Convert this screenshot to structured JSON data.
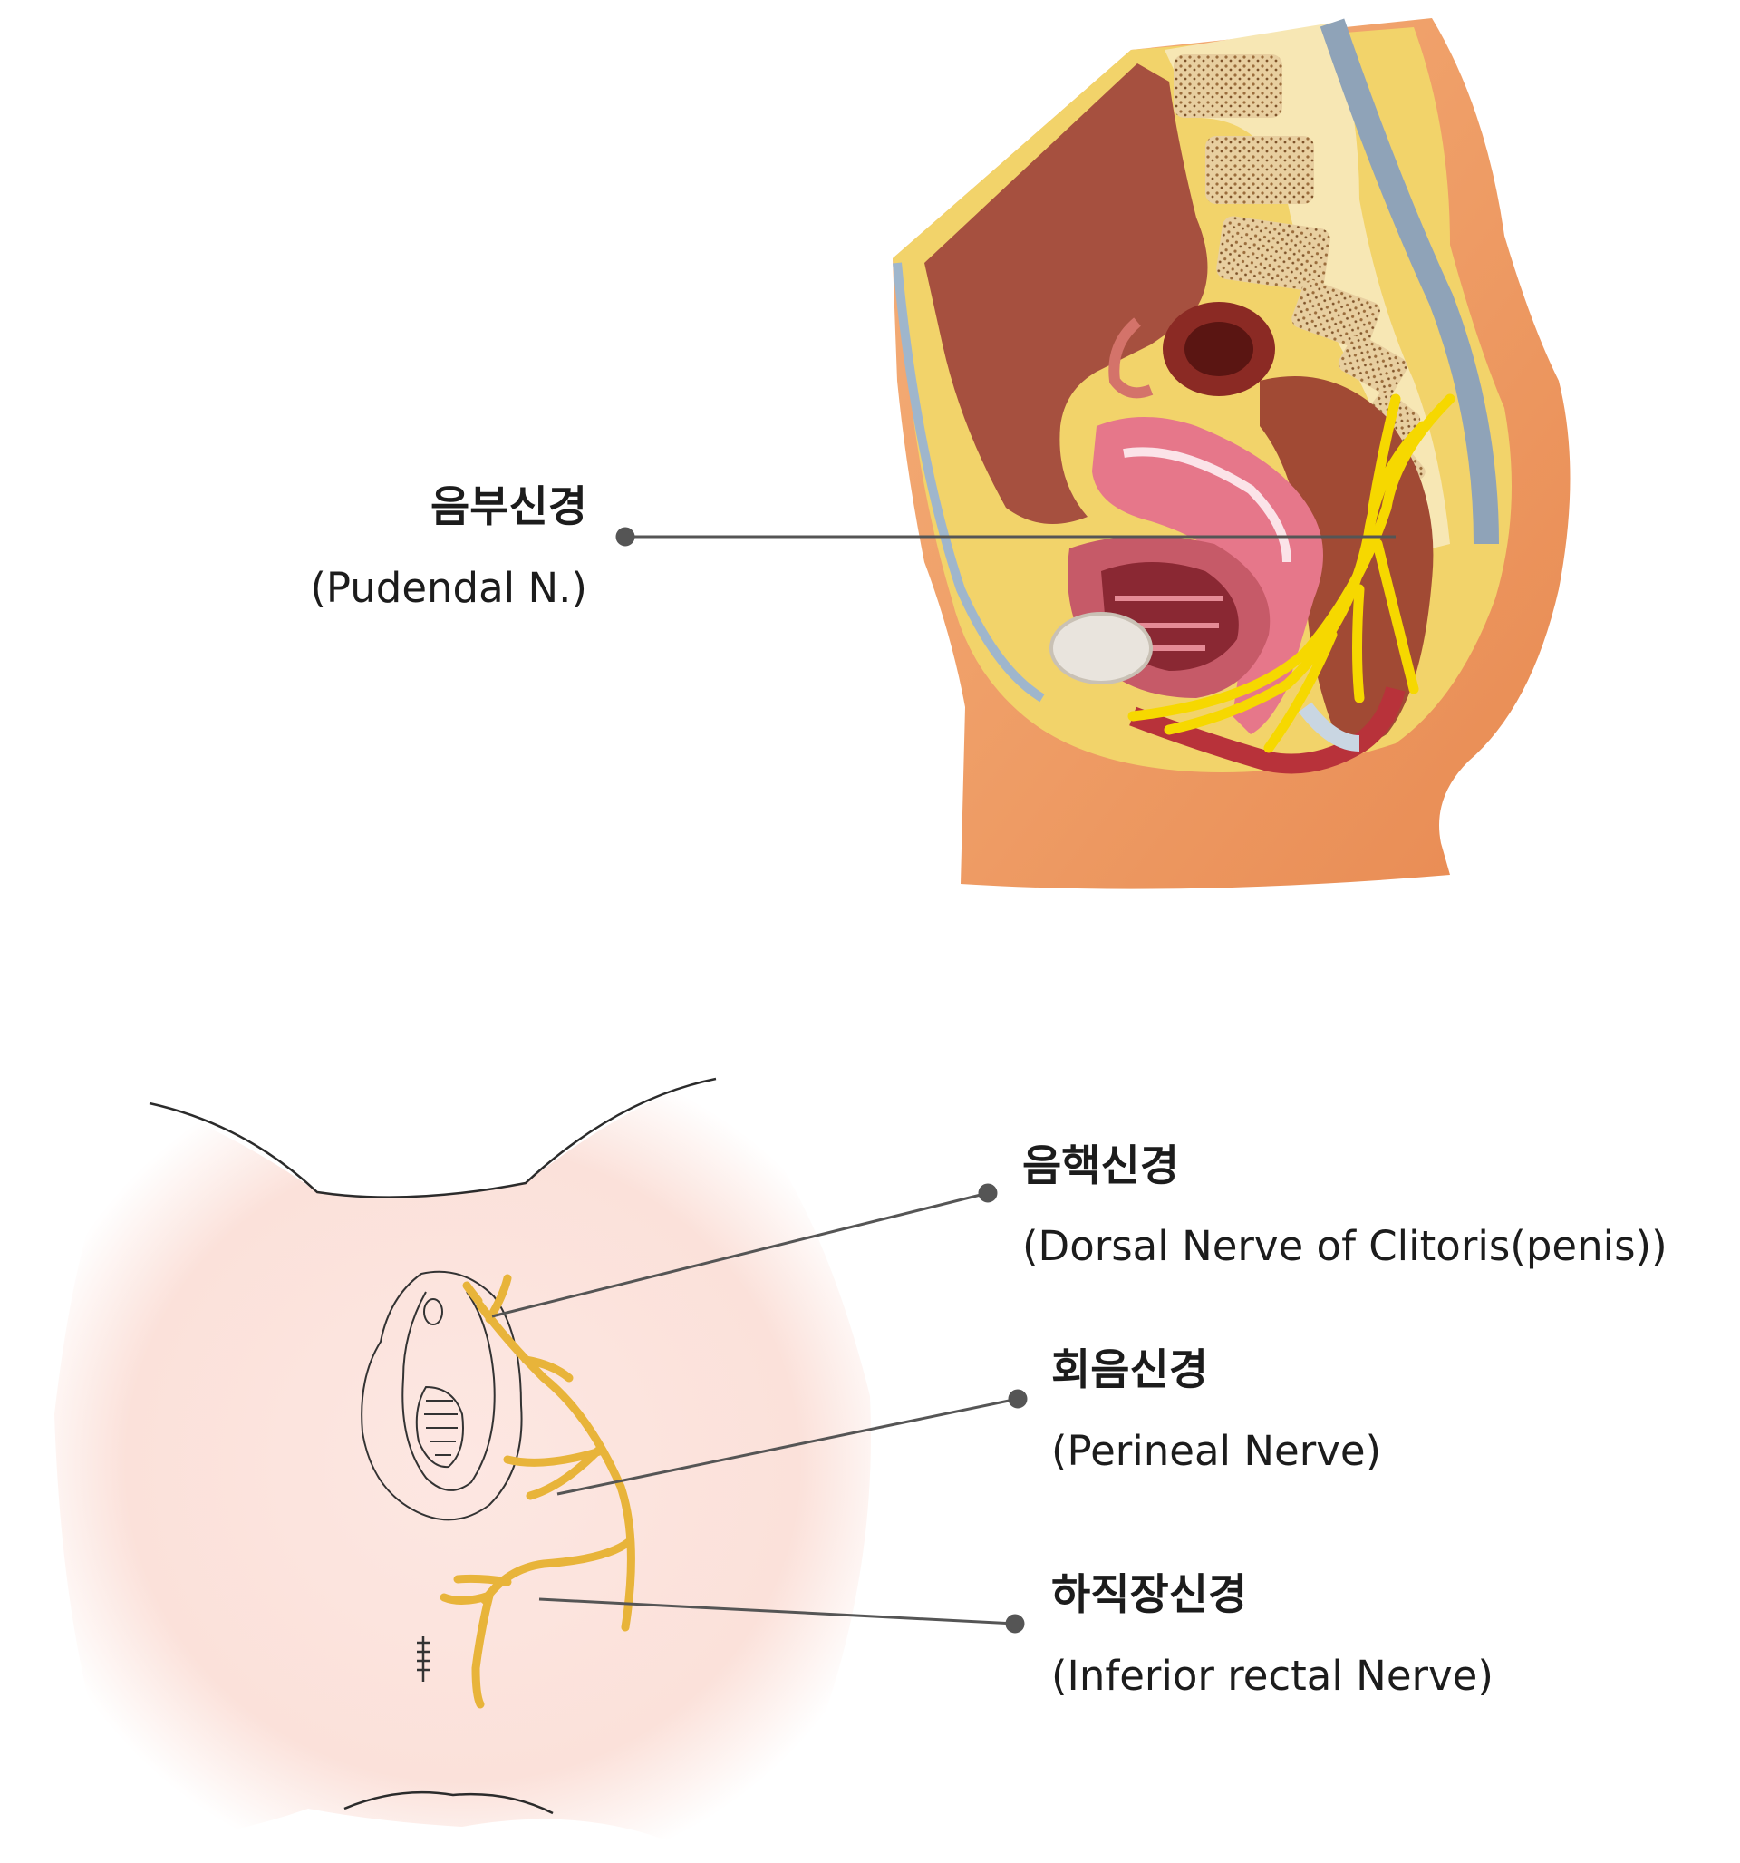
{
  "labels": {
    "pudendal": {
      "korean": "음부신경",
      "english": "(Pudendal N.)"
    },
    "dorsal": {
      "korean": "음핵신경",
      "english": "(Dorsal Nerve of Clitoris(penis))"
    },
    "perineal": {
      "korean": "회음신경",
      "english": "(Perineal Nerve)"
    },
    "rectal": {
      "korean": "하직장신경",
      "english": "(Inferior rectal Nerve)"
    }
  },
  "colors": {
    "nerve": "#f6d800",
    "nerve_lower": "#e8b43a",
    "skin": "#f0a068",
    "fat": "#f2d36a",
    "cavity": "#a6503f",
    "uterus": "#e6778a",
    "leader_line": "#555555",
    "perineum_bg": "#fbe3dd"
  }
}
